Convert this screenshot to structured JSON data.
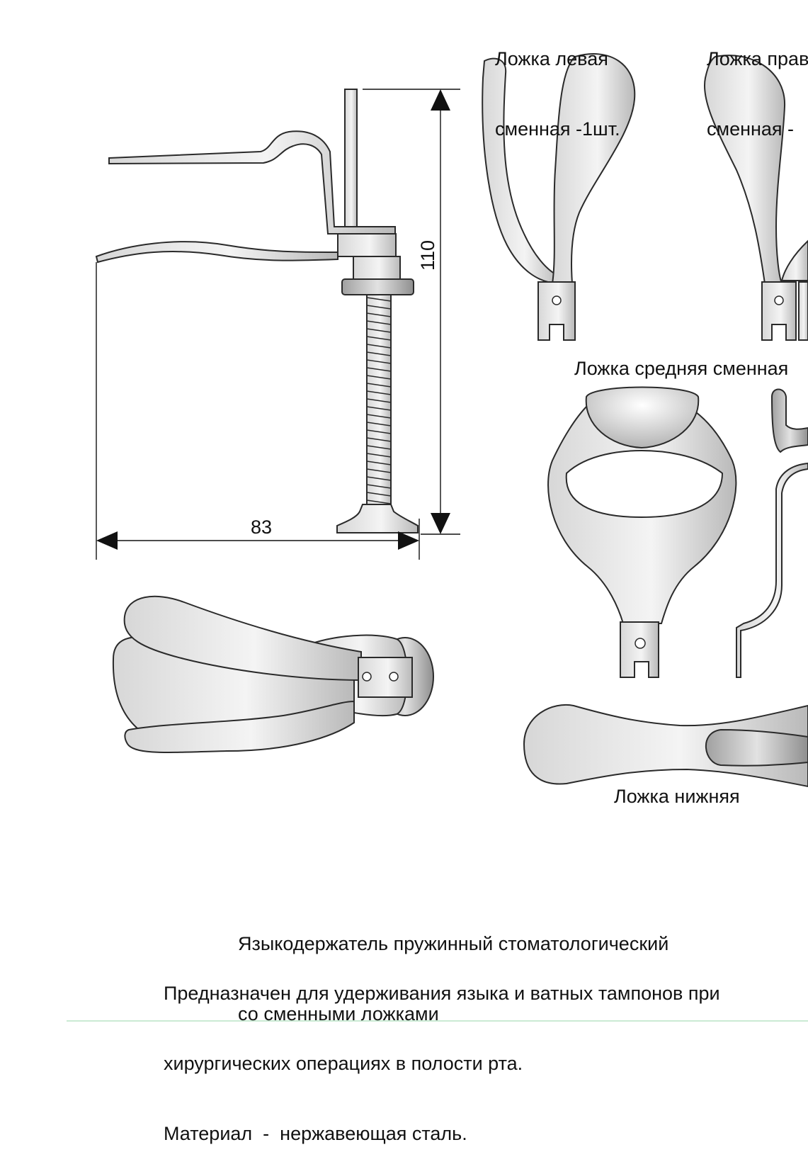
{
  "labels": {
    "left_spoon_line1": "Ложка левая",
    "left_spoon_line2": "сменная -1шт.",
    "right_spoon_line1": "Ложка прав",
    "right_spoon_line2": "сменная -",
    "middle_spoon": "Ложка средняя сменная",
    "lower_spoon": "Ложка нижняя"
  },
  "dimensions": {
    "height": "110",
    "width": "83"
  },
  "description": {
    "title_line1": "Языкодержатель пружинный стоматологический",
    "title_line2": "со сменными ложками",
    "purpose_line1": "Предназначен для удерживания языка и ватных тампонов при",
    "purpose_line2": "хирургических операциях в полости рта.",
    "material_line": "Материал  -  нержавеющая сталь."
  },
  "colors": {
    "metal_light": "#f2f2f2",
    "metal_dark": "#a9a9a9",
    "outline": "#2a2a2a",
    "footer_line": "#b9e3c5"
  }
}
